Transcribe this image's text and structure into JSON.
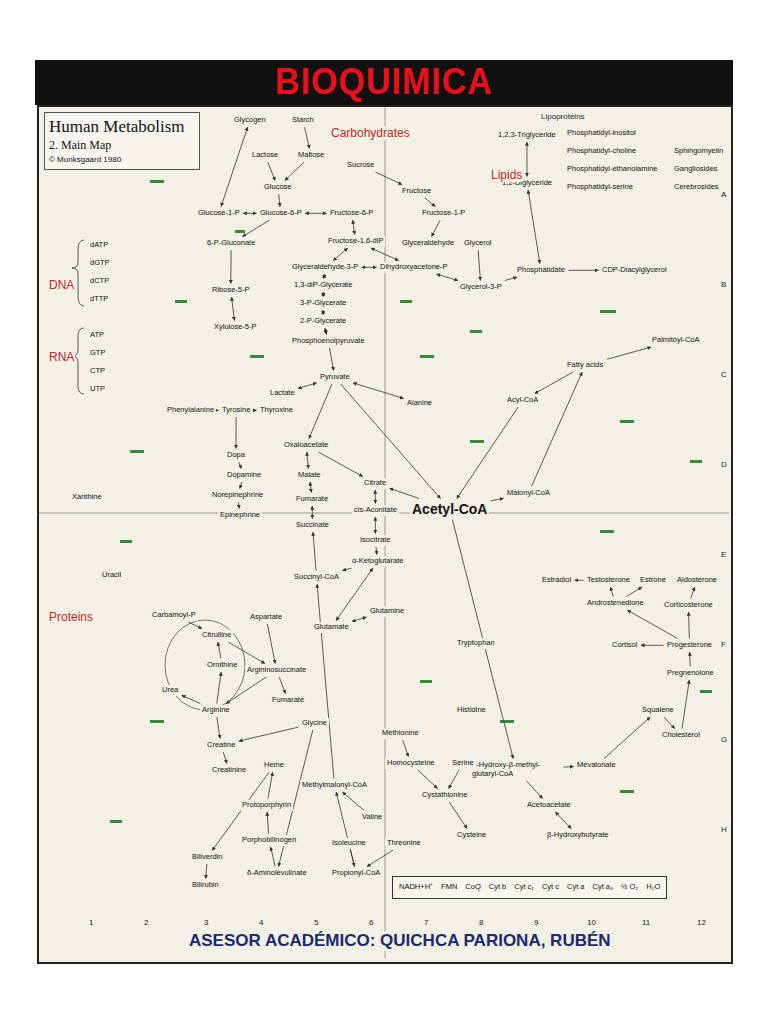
{
  "diagram": {
    "title": "BIOQUIMICA",
    "caption": "ASESOR ACADÉMICO: QUICHCA PARIONA, RUBÉN",
    "nodes": [
      {
        "text": [
          "Human Metabolism",
          "2. Main Map",
          "© Munksgaard 1980"
        ]
      },
      {
        "text": [
          "Glycogen"
        ]
      },
      {
        "text": [
          "Starch"
        ]
      },
      {
        "text": [
          "Lactose"
        ]
      },
      {
        "text": [
          "Maltose"
        ]
      },
      {
        "text": [
          "Sucrose"
        ]
      },
      {
        "text": [
          "Glucose"
        ]
      },
      {
        "text": [
          "Glucose-1-P"
        ]
      },
      {
        "text": [
          "Glucose-6-P"
        ]
      },
      {
        "text": [
          "Fructose-6-P"
        ]
      },
      {
        "text": [
          "Fructose"
        ]
      },
      {
        "text": [
          "Fructose-1-P"
        ]
      },
      {
        "text": [
          "Fructose-1,6-diP"
        ]
      },
      {
        "text": [
          "Glyceraldehyde"
        ]
      },
      {
        "text": [
          "Glycerol"
        ]
      },
      {
        "text": [
          "Dihydroxyacetone-P"
        ]
      },
      {
        "text": [
          "Glyceraldehyde-3-P"
        ]
      },
      {
        "text": [
          "1,3-diP-Glycerate"
        ]
      },
      {
        "text": [
          "3-P-Glycerate"
        ]
      },
      {
        "text": [
          "2-P-Glycerate"
        ]
      },
      {
        "text": [
          "Phosphoenolpyruvate"
        ]
      },
      {
        "text": [
          "Pyruvate"
        ]
      },
      {
        "text": [
          "Lactate"
        ]
      },
      {
        "text": [
          "Alanine"
        ]
      },
      {
        "text": [
          "Acetyl-CoA"
        ]
      },
      {
        "text": [
          "Oxaloacetate"
        ]
      },
      {
        "text": [
          "Malate"
        ]
      },
      {
        "text": [
          "Fumarate"
        ]
      },
      {
        "text": [
          "Succinate"
        ]
      },
      {
        "text": [
          "Succinyl-CoA"
        ]
      },
      {
        "text": [
          "Citrate"
        ]
      },
      {
        "text": [
          "cis-Aconitate"
        ]
      },
      {
        "text": [
          "Isocitrate"
        ]
      },
      {
        "text": [
          "α-Ketoglutarate"
        ]
      },
      {
        "text": [
          "Glutamate"
        ]
      },
      {
        "text": [
          "Glutamine"
        ]
      },
      {
        "text": [
          "6-P-Gluconate"
        ]
      },
      {
        "text": [
          "Ribose-5-P"
        ]
      },
      {
        "text": [
          "Xylulose-5-P"
        ]
      },
      {
        "text": [
          "1,2,3-Triglyceride"
        ]
      },
      {
        "text": [
          "1,2-Diglyceride"
        ]
      },
      {
        "text": [
          "Glycerol-3-P"
        ]
      },
      {
        "text": [
          "Phosphatidate"
        ]
      },
      {
        "text": [
          "CDP-Diacylglycerol"
        ]
      },
      {
        "text": [
          "Phosphatidyl-inositol"
        ]
      },
      {
        "text": [
          "Phosphatidyl-choline"
        ]
      },
      {
        "text": [
          "Phosphatidyl-ethanolamine"
        ]
      },
      {
        "text": [
          "Phosphatidyl-serine"
        ]
      },
      {
        "text": [
          "Sphingomyelin"
        ]
      },
      {
        "text": [
          "Gangliosides"
        ]
      },
      {
        "text": [
          "Cerebrosides"
        ]
      },
      {
        "text": [
          "Fatty acids"
        ]
      },
      {
        "text": [
          "Acyl-CoA"
        ]
      },
      {
        "text": [
          "Malonyl-CoA"
        ]
      },
      {
        "text": [
          "Palmitoyl-CoA"
        ]
      },
      {
        "text": [
          "Estradiol"
        ]
      },
      {
        "text": [
          "Testosterone"
        ]
      },
      {
        "text": [
          "Estrone"
        ]
      },
      {
        "text": [
          "Aldosterone"
        ]
      },
      {
        "text": [
          "Androstenedione"
        ]
      },
      {
        "text": [
          "Corticosterone"
        ]
      },
      {
        "text": [
          "Cortisol"
        ]
      },
      {
        "text": [
          "Progesterone"
        ]
      },
      {
        "text": [
          "Pregnenolone"
        ]
      },
      {
        "text": [
          "Squalene"
        ]
      },
      {
        "text": [
          "Cholesterol"
        ]
      },
      {
        "text": [
          "Mevalonate"
        ]
      },
      {
        "text": [
          "β-Hydroxy-β-methyl-glutaryl-CoA"
        ]
      },
      {
        "text": [
          "Acetoacetate"
        ]
      },
      {
        "text": [
          "β-Hydroxybutyrate"
        ]
      },
      {
        "text": [
          "Carbamoyl-P"
        ]
      },
      {
        "text": [
          "Citrulline"
        ]
      },
      {
        "text": [
          "Ornithine"
        ]
      },
      {
        "text": [
          "Aspartate"
        ]
      },
      {
        "text": [
          "Argininosuccinate"
        ]
      },
      {
        "text": [
          "Arginine"
        ]
      },
      {
        "text": [
          "Urea"
        ]
      },
      {
        "text": [
          "Fumarate"
        ]
      },
      {
        "text": [
          "Phenylalanine"
        ]
      },
      {
        "text": [
          "Tyrosine"
        ]
      },
      {
        "text": [
          "Thyroxine"
        ]
      },
      {
        "text": [
          "Dopa"
        ]
      },
      {
        "text": [
          "Dopamine"
        ]
      },
      {
        "text": [
          "Norepinephrine"
        ]
      },
      {
        "text": [
          "Epinephrine"
        ]
      },
      {
        "text": [
          "Tryptophan"
        ]
      },
      {
        "text": [
          "Histidine"
        ]
      },
      {
        "text": [
          "Methionine"
        ]
      },
      {
        "text": [
          "Homocysteine"
        ]
      },
      {
        "text": [
          "Serine"
        ]
      },
      {
        "text": [
          "Cystathionine"
        ]
      },
      {
        "text": [
          "Cysteine"
        ]
      },
      {
        "text": [
          "Valine"
        ]
      },
      {
        "text": [
          "Methylmalonyl-CoA"
        ]
      },
      {
        "text": [
          "Isoleucine"
        ]
      },
      {
        "text": [
          "Threonine"
        ]
      },
      {
        "text": [
          "Propionyl-CoA"
        ]
      },
      {
        "text": [
          "Glycine"
        ]
      },
      {
        "text": [
          "Creatine"
        ]
      },
      {
        "text": [
          "Creatinine"
        ]
      },
      {
        "text": [
          "Heme"
        ]
      },
      {
        "text": [
          "Protoporphyrin"
        ]
      },
      {
        "text": [
          "Porphobilinogen"
        ]
      },
      {
        "text": [
          "δ-Aminolevulinate"
        ]
      },
      {
        "text": [
          "Biliverdin"
        ]
      },
      {
        "text": [
          "Bilirubin"
        ]
      },
      {
        "text": [
          "dATP"
        ]
      },
      {
        "text": [
          "dGTP"
        ]
      },
      {
        "text": [
          "dCTP"
        ]
      },
      {
        "text": [
          "dTTP"
        ]
      },
      {
        "text": [
          "ATP"
        ]
      },
      {
        "text": [
          "GTP"
        ]
      },
      {
        "text": [
          "CTP"
        ]
      },
      {
        "text": [
          "UTP"
        ]
      },
      {
        "text": [
          "Xanthine"
        ]
      },
      {
        "text": [
          "Uracil"
        ]
      },
      {
        "text": [
          "NADH+H⁺",
          "FMN",
          "CoQ",
          "Cyt b",
          "Cyt c₁",
          "Cyt c",
          "Cyt a",
          "Cyt a₃",
          "½ O₂",
          "H₂O"
        ]
      }
    ],
    "edges": [
      {
        "from": 1,
        "to": 7,
        "arrow": "both"
      },
      {
        "from": 2,
        "to": 4,
        "arrow": "to"
      },
      {
        "from": 3,
        "to": 6,
        "arrow": "to"
      },
      {
        "from": 4,
        "to": 6,
        "arrow": "to"
      },
      {
        "from": 5,
        "to": 10,
        "arrow": "to"
      },
      {
        "from": 6,
        "to": 8,
        "arrow": "to"
      },
      {
        "from": 7,
        "to": 8,
        "arrow": "both"
      },
      {
        "from": 8,
        "to": 9,
        "arrow": "both"
      },
      {
        "from": 9,
        "to": 12,
        "arrow": "both"
      },
      {
        "from": 10,
        "to": 11,
        "arrow": "to"
      },
      {
        "from": 11,
        "to": 13,
        "arrow": "to"
      },
      {
        "from": 12,
        "to": 15,
        "arrow": "both"
      },
      {
        "from": 12,
        "to": 16,
        "arrow": "both"
      },
      {
        "from": 15,
        "to": 16,
        "arrow": "both"
      },
      {
        "from": 16,
        "to": 17,
        "arrow": "both"
      },
      {
        "from": 17,
        "to": 18,
        "arrow": "both"
      },
      {
        "from": 18,
        "to": 19,
        "arrow": "both"
      },
      {
        "from": 19,
        "to": 20,
        "arrow": "both"
      },
      {
        "from": 20,
        "to": 21,
        "arrow": "to"
      },
      {
        "from": 21,
        "to": 22,
        "arrow": "both"
      },
      {
        "from": 21,
        "to": 23,
        "arrow": "both"
      },
      {
        "from": 21,
        "to": 24,
        "arrow": "to"
      },
      {
        "from": 21,
        "to": 25,
        "arrow": "to"
      },
      {
        "from": 25,
        "to": 30,
        "arrow": "to"
      },
      {
        "from": 24,
        "to": 30,
        "arrow": "to"
      },
      {
        "from": 30,
        "to": 31,
        "arrow": "both"
      },
      {
        "from": 31,
        "to": 32,
        "arrow": "both"
      },
      {
        "from": 32,
        "to": 33,
        "arrow": "to"
      },
      {
        "from": 33,
        "to": 29,
        "arrow": "to"
      },
      {
        "from": 29,
        "to": 28,
        "arrow": "to"
      },
      {
        "from": 28,
        "to": 27,
        "arrow": "both"
      },
      {
        "from": 27,
        "to": 26,
        "arrow": "both"
      },
      {
        "from": 26,
        "to": 25,
        "arrow": "both"
      },
      {
        "from": 33,
        "to": 34,
        "arrow": "both"
      },
      {
        "from": 34,
        "to": 35,
        "arrow": "both"
      },
      {
        "from": 8,
        "to": 36,
        "arrow": "to"
      },
      {
        "from": 36,
        "to": 37,
        "arrow": "to"
      },
      {
        "from": 37,
        "to": 38,
        "arrow": "both"
      },
      {
        "from": 14,
        "to": 41,
        "arrow": "to"
      },
      {
        "from": 15,
        "to": 41,
        "arrow": "both"
      },
      {
        "from": 41,
        "to": 42,
        "arrow": "to"
      },
      {
        "from": 42,
        "to": 40,
        "arrow": "both"
      },
      {
        "from": 40,
        "to": 39,
        "arrow": "both"
      },
      {
        "from": 42,
        "to": 43,
        "arrow": "to"
      },
      {
        "from": 24,
        "to": 53,
        "arrow": "to"
      },
      {
        "from": 53,
        "to": 51,
        "arrow": "to"
      },
      {
        "from": 51,
        "to": 52,
        "arrow": "to"
      },
      {
        "from": 52,
        "to": 24,
        "arrow": "to"
      },
      {
        "from": 51,
        "to": 54,
        "arrow": "to"
      },
      {
        "from": 24,
        "to": 67,
        "arrow": "to"
      },
      {
        "from": 67,
        "to": 66,
        "arrow": "to"
      },
      {
        "from": 66,
        "to": 64,
        "arrow": "to"
      },
      {
        "from": 64,
        "to": 65,
        "arrow": "to"
      },
      {
        "from": 65,
        "to": 63,
        "arrow": "to"
      },
      {
        "from": 63,
        "to": 62,
        "arrow": "to"
      },
      {
        "from": 62,
        "to": 60,
        "arrow": "to"
      },
      {
        "from": 60,
        "to": 58,
        "arrow": "to"
      },
      {
        "from": 62,
        "to": 61,
        "arrow": "to"
      },
      {
        "from": 62,
        "to": 59,
        "arrow": "to"
      },
      {
        "from": 59,
        "to": 56,
        "arrow": "to"
      },
      {
        "from": 56,
        "to": 55,
        "arrow": "to"
      },
      {
        "from": 59,
        "to": 57,
        "arrow": "to"
      },
      {
        "from": 67,
        "to": 68,
        "arrow": "to"
      },
      {
        "from": 68,
        "to": 69,
        "arrow": "both"
      },
      {
        "from": 70,
        "to": 71,
        "arrow": "to"
      },
      {
        "from": 72,
        "to": 71,
        "arrow": "to"
      },
      {
        "from": 71,
        "to": 74,
        "arrow": "to"
      },
      {
        "from": 73,
        "to": 74,
        "arrow": "to"
      },
      {
        "from": 74,
        "to": 75,
        "arrow": "to"
      },
      {
        "from": 74,
        "to": 77,
        "arrow": "to"
      },
      {
        "from": 75,
        "to": 72,
        "arrow": "to"
      },
      {
        "from": 75,
        "to": 76,
        "arrow": "to"
      },
      {
        "from": 78,
        "to": 79,
        "arrow": "to"
      },
      {
        "from": 79,
        "to": 80,
        "arrow": "to"
      },
      {
        "from": 79,
        "to": 81,
        "arrow": "to"
      },
      {
        "from": 81,
        "to": 82,
        "arrow": "to"
      },
      {
        "from": 82,
        "to": 83,
        "arrow": "to"
      },
      {
        "from": 83,
        "to": 84,
        "arrow": "to"
      },
      {
        "from": 87,
        "to": 88,
        "arrow": "to"
      },
      {
        "from": 88,
        "to": 90,
        "arrow": "to"
      },
      {
        "from": 89,
        "to": 90,
        "arrow": "to"
      },
      {
        "from": 90,
        "to": 91,
        "arrow": "to"
      },
      {
        "from": 94,
        "to": 96,
        "arrow": "to"
      },
      {
        "from": 95,
        "to": 96,
        "arrow": "to"
      },
      {
        "from": 92,
        "to": 93,
        "arrow": "to"
      },
      {
        "from": 96,
        "to": 93,
        "arrow": "to"
      },
      {
        "from": 93,
        "to": 29,
        "arrow": "to"
      },
      {
        "from": 75,
        "to": 98,
        "arrow": "to"
      },
      {
        "from": 97,
        "to": 98,
        "arrow": "to"
      },
      {
        "from": 98,
        "to": 99,
        "arrow": "to"
      },
      {
        "from": 97,
        "to": 103,
        "arrow": "to"
      },
      {
        "from": 103,
        "to": 102,
        "arrow": "to"
      },
      {
        "from": 102,
        "to": 101,
        "arrow": "to"
      },
      {
        "from": 101,
        "to": 100,
        "arrow": "to"
      },
      {
        "from": 100,
        "to": 104,
        "arrow": "to"
      },
      {
        "from": 104,
        "to": 105,
        "arrow": "to"
      }
    ],
    "labels": [
      "Carbohydrates",
      "Lipids",
      "DNA",
      "RNA",
      "Proteins",
      "Lipoproteins",
      "A",
      "B",
      "C",
      "D",
      "E",
      "F",
      "G",
      "H",
      "1",
      "2",
      "3",
      "4",
      "5",
      "6",
      "7",
      "8",
      "9",
      "10",
      "11",
      "12"
    ]
  }
}
